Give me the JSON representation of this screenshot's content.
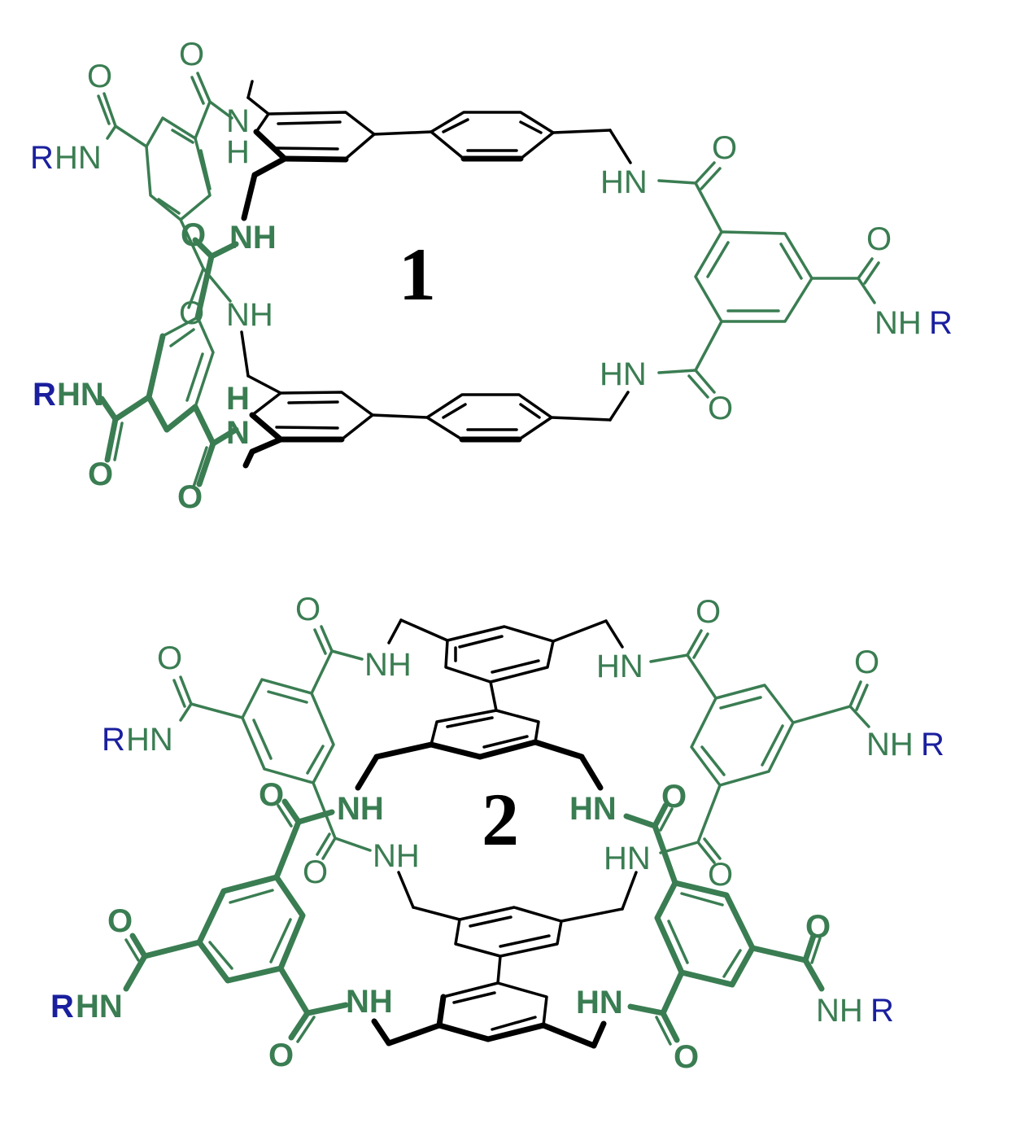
{
  "colors": {
    "green": "#3a7d52",
    "black": "#000000",
    "blue": "#1a1f9e"
  },
  "compound_1": {
    "number": "1",
    "labels": {
      "o_top_a": "O",
      "o_top_b": "O",
      "nh_top_N": "N",
      "nh_top_H": "H",
      "rhn_top": "RHN",
      "rhn_top_R": "R",
      "rhn_top_HN": "HN",
      "o_mid_bold": "O",
      "nh_mid_bold": "NH",
      "o_mid_thin": "O",
      "nh_mid_thin": "NH",
      "rhn_bottom_R": "R",
      "rhn_bottom_HN": "HN",
      "h_bottom": "H",
      "n_bottom": "N",
      "o_bottom_a": "O",
      "o_bottom_b": "O",
      "hn_right_top": "HN",
      "o_right_top": "O",
      "o_right_side": "O",
      "nhr_right_NH": "NH",
      "nhr_right_R": "R",
      "hn_right_bottom": "HN",
      "o_right_bottom": "O"
    }
  },
  "compound_2": {
    "number": "2",
    "labels": {
      "o_tl_a": "O",
      "o_tl_b": "O",
      "nh_tl": "NH",
      "rhn_tl_R": "R",
      "rhn_tl_HN": "HN",
      "o_tr_a": "O",
      "o_tr_b": "O",
      "hn_tr": "HN",
      "nhr_tr_NH": "NH",
      "nhr_tr_R": "R",
      "o_ml_bold": "O",
      "nh_ml_bold": "NH",
      "o_ml_thin": "O",
      "nh_ml_thin": "NH",
      "hn_mr_bold": "HN",
      "o_mr_bold": "O",
      "hn_mr_thin": "HN",
      "o_mr_thin": "O",
      "o_bl_side": "O",
      "rhn_bl_R": "R",
      "rhn_bl_HN": "HN",
      "nh_bl": "NH",
      "o_bl_bottom": "O",
      "o_br_side": "O",
      "nhr_br_NH": "NH",
      "nhr_br_R": "R",
      "hn_br": "HN",
      "o_br_bottom": "O"
    }
  }
}
